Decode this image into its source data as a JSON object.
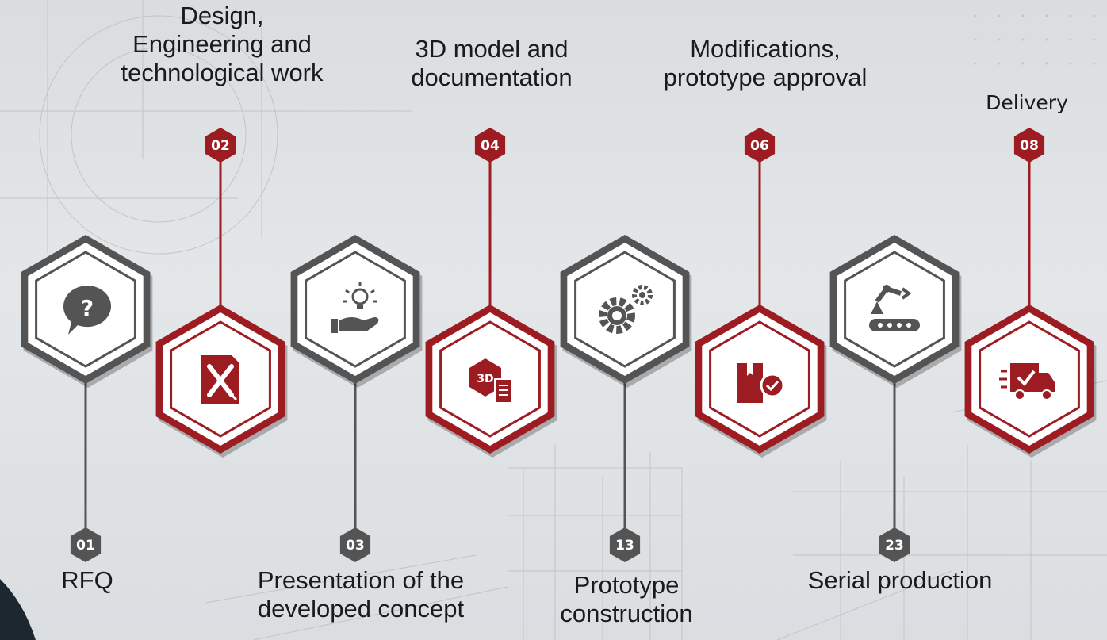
{
  "steps": [
    {
      "number": "01",
      "label": "RFQ",
      "icon": "speech-bubble-question-icon",
      "color": "gray"
    },
    {
      "number": "02",
      "label": "Design,\nEngineering and\ntechnological work",
      "icon": "document-pencil-ruler-icon",
      "color": "red"
    },
    {
      "number": "03",
      "label": "Presentation of the\ndeveloped concept",
      "icon": "hand-lightbulb-icon",
      "color": "gray"
    },
    {
      "number": "04",
      "label": "3D model and\ndocumentation",
      "icon": "3d-cube-document-icon",
      "color": "red"
    },
    {
      "number": "13",
      "label": "Prototype\nconstruction",
      "icon": "gears-icon",
      "color": "gray"
    },
    {
      "number": "06",
      "label": "Modifications,\nprototype approval",
      "icon": "box-checkmark-icon",
      "color": "red"
    },
    {
      "number": "23",
      "label": "Serial production",
      "icon": "robot-arm-conveyor-icon",
      "color": "gray"
    },
    {
      "number": "08",
      "label": "Delivery",
      "icon": "delivery-truck-check-icon",
      "color": "red"
    }
  ],
  "colors": {
    "gray": "#545454",
    "red": "#9d1c22",
    "line": "#9d1c22",
    "text": "#1a1a1a"
  }
}
